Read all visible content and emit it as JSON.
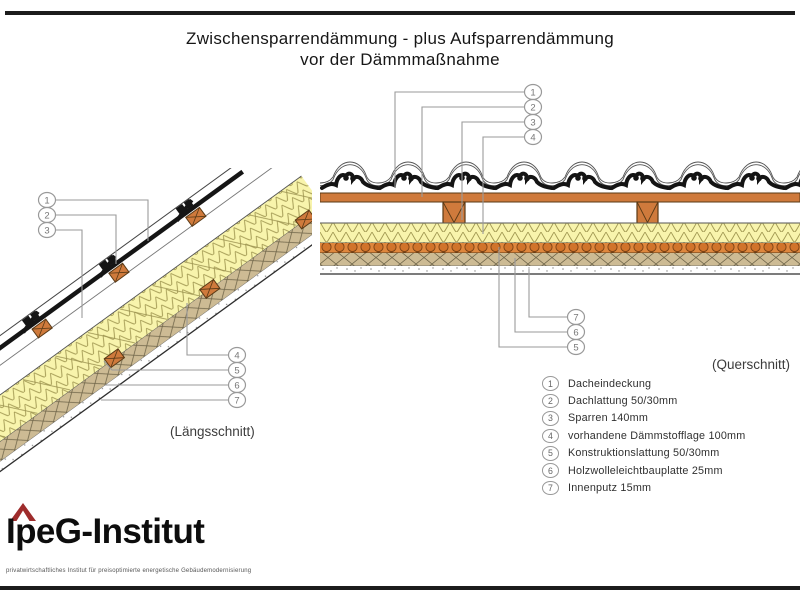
{
  "title": {
    "line1": "Zwischensparrendämmung - plus Aufsparrendämmung",
    "line2": "vor der Dämmmaßnahme"
  },
  "diagrams": {
    "laengsschnitt": {
      "label": "(Längsschnitt)",
      "callouts_top": [
        "1",
        "2",
        "3"
      ],
      "callouts_bottom": [
        "4",
        "5",
        "6",
        "7"
      ]
    },
    "querschnitt": {
      "label": "(Querschnitt)",
      "callouts_top": [
        "1",
        "2",
        "3",
        "4"
      ],
      "callouts_bottom": [
        "7",
        "6",
        "5"
      ]
    }
  },
  "legend": {
    "items": [
      {
        "num": "1",
        "label": "Dacheindeckung"
      },
      {
        "num": "2",
        "label": "Dachlattung 50/30mm"
      },
      {
        "num": "3",
        "label": "Sparren 140mm"
      },
      {
        "num": "4",
        "label": "vorhandene Dämmstofflage 100mm"
      },
      {
        "num": "5",
        "label": "Konstruktionslattung 50/30mm"
      },
      {
        "num": "6",
        "label": "Holzwolleleichtbauplatte 25mm"
      },
      {
        "num": "7",
        "label": "Innenputz 15mm"
      }
    ]
  },
  "logo": {
    "name": "IpeG-Institut",
    "tagline": "privatwirtschaftliches Institut für preisoptimierte energetische Gebäudemodernisierung"
  },
  "colors": {
    "roof_black": "#1a1a1a",
    "wood_orange": "#CF7A3C",
    "batten_orange": "#DF873D",
    "insulation_yellow": "#F8F4AC",
    "board_tan": "#CDBB94",
    "logo_red": "#9E2C2C",
    "callout_gray": "#999999"
  }
}
